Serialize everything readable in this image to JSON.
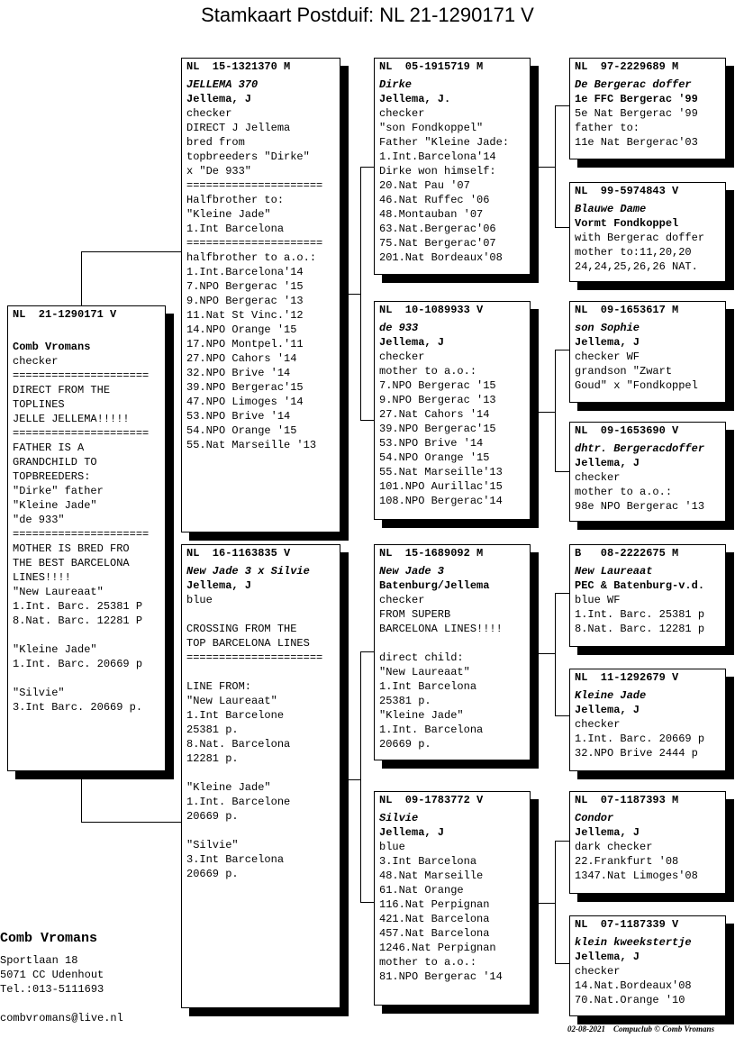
{
  "title": "Stamkaart Postduif: NL  21-1290171 V",
  "pedigree": {
    "subject": {
      "ring": "NL  21-1290171 V",
      "name": "",
      "breeder": "Comb Vromans",
      "lines": [
        "checker",
        "=====================",
        "DIRECT FROM THE",
        "TOPLINES",
        "JELLE JELLEMA!!!!!",
        "=====================",
        "FATHER IS A",
        "GRANDCHILD TO",
        "TOPBREEDERS:",
        "\"Dirke\" father",
        "\"Kleine Jade\"",
        "\"de 933\"",
        "=====================",
        "MOTHER IS BRED FRO",
        "THE BEST BARCELONA",
        "LINES!!!!",
        "\"New Laureaat\"",
        "1.Int. Barc. 25381 P",
        "8.Nat. Barc. 12281 P",
        "",
        "\"Kleine Jade\"",
        "1.Int. Barc. 20669 p",
        "",
        "\"Silvie\"",
        "3.Int Barc. 20669 p."
      ]
    },
    "sire": {
      "ring": "NL  15-1321370 M",
      "name": "JELLEMA 370",
      "breeder": "Jellema, J",
      "lines": [
        "checker",
        "DIRECT J Jellema",
        "bred from",
        "topbreeders \"Dirke\"",
        "x \"De 933\"",
        "=====================",
        "Halfbrother to:",
        "\"Kleine Jade\"",
        "1.Int Barcelona",
        "=====================",
        "halfbrother to a.o.:",
        "1.Int.Barcelona'14",
        "7.NPO Bergerac '15",
        "9.NPO Bergerac '13",
        "11.Nat St Vinc.'12",
        "14.NPO Orange '15",
        "17.NPO Montpel.'11",
        "27.NPO Cahors '14",
        "32.NPO Brive '14",
        "39.NPO Bergerac'15",
        "47.NPO Limoges '14",
        "53.NPO Brive '14",
        "54.NPO Orange '15",
        "55.Nat Marseille '13"
      ]
    },
    "dam": {
      "ring": "NL  16-1163835 V",
      "name": "New Jade 3 x Silvie",
      "breeder": "Jellema, J",
      "lines": [
        "blue",
        "",
        "CROSSING FROM THE",
        "TOP BARCELONA LINES",
        "=====================",
        "",
        "LINE FROM:",
        "\"New Laureaat\"",
        "1.Int Barcelone",
        "25381 p.",
        "8.Nat. Barcelona",
        "12281 p.",
        "",
        "\"Kleine Jade\"",
        "1.Int. Barcelone",
        "20669 p.",
        "",
        "\"Silvie\"",
        "3.Int Barcelona",
        "20669 p."
      ]
    },
    "sire_sire": {
      "ring": "NL  05-1915719 M",
      "name": "Dirke",
      "breeder": "Jellema, J.",
      "lines": [
        "checker",
        "\"son Fondkoppel\"",
        "Father \"Kleine Jade:",
        "1.Int.Barcelona'14",
        "Dirke won himself:",
        "20.Nat Pau '07",
        "46.Nat Ruffec '06",
        "48.Montauban '07",
        "63.Nat.Bergerac'06",
        "75.Nat Bergerac'07",
        "201.Nat Bordeaux'08"
      ]
    },
    "sire_dam": {
      "ring": "NL  10-1089933 V",
      "name": "de 933",
      "breeder": "Jellema, J",
      "lines": [
        "checker",
        "mother to a.o.:",
        "7.NPO Bergerac '15",
        "9.NPO Bergerac '13",
        "27.Nat Cahors '14",
        "39.NPO Bergerac'15",
        "53.NPO Brive '14",
        "54.NPO Orange '15",
        "55.Nat Marseille'13",
        "101.NPO Aurillac'15",
        "108.NPO Bergerac'14"
      ]
    },
    "dam_sire": {
      "ring": "NL  15-1689092 M",
      "name": "New Jade 3",
      "breeder": "Batenburg/Jellema",
      "lines": [
        "checker",
        "FROM SUPERB",
        "BARCELONA LINES!!!!",
        "",
        "direct child:",
        "\"New Laureaat\"",
        "1.Int Barcelona",
        "25381 p.",
        "\"Kleine Jade\"",
        "1.Int. Barcelona",
        "20669 p."
      ]
    },
    "dam_dam": {
      "ring": "NL  09-1783772 V",
      "name": "Silvie",
      "breeder": "Jellema, J",
      "lines": [
        "blue",
        "3.Int Barcelona",
        "48.Nat Marseille",
        "61.Nat Orange",
        "116.Nat Perpignan",
        "421.Nat Barcelona",
        "457.Nat Barcelona",
        "1246.Nat Perpignan",
        "mother to a.o.:",
        "81.NPO Bergerac '14"
      ]
    },
    "ss_sire": {
      "ring": "NL  97-2229689 M",
      "name": "De Bergerac doffer",
      "breeder": "1e FFC Bergerac '99",
      "lines": [
        "5e Nat Bergerac '99",
        "father to:",
        "11e Nat Bergerac'03"
      ]
    },
    "ss_dam": {
      "ring": "NL  99-5974843 V",
      "name": "Blauwe Dame",
      "breeder": "Vormt Fondkoppel",
      "lines": [
        "with Bergerac doffer",
        "mother to:11,20,20",
        "24,24,25,26,26 NAT."
      ]
    },
    "sd_sire": {
      "ring": "NL  09-1653617 M",
      "name": "son Sophie",
      "breeder": "Jellema, J",
      "lines": [
        "checker WF",
        "grandson \"Zwart",
        "Goud\" x \"Fondkoppel"
      ]
    },
    "sd_dam": {
      "ring": "NL  09-1653690 V",
      "name": "dhtr. Bergeracdoffer",
      "breeder": "Jellema, J",
      "lines": [
        "checker",
        "mother to a.o.:",
        "98e NPO Bergerac '13"
      ]
    },
    "ds_sire": {
      "ring": "B   08-2222675 M",
      "name": "New Laureaat",
      "breeder": "PEC & Batenburg-v.d.",
      "lines": [
        "blue WF",
        "1.Int. Barc. 25381 p",
        "8.Nat. Barc. 12281 p"
      ]
    },
    "ds_dam": {
      "ring": "NL  11-1292679 V",
      "name": "Kleine Jade",
      "breeder": "Jellema, J",
      "lines": [
        "checker",
        "1.Int. Barc. 20669 p",
        "32.NPO Brive 2444 p"
      ]
    },
    "dd_sire": {
      "ring": "NL  07-1187393 M",
      "name": "Condor",
      "breeder": "Jellema, J",
      "lines": [
        "dark checker",
        "22.Frankfurt '08",
        "1347.Nat Limoges'08"
      ]
    },
    "dd_dam": {
      "ring": "NL  07-1187339 V",
      "name": "klein kweekstertje",
      "breeder": "Jellema, J",
      "lines": [
        "checker",
        "14.Nat.Bordeaux'08",
        "70.Nat.Orange '10"
      ]
    }
  },
  "owner": {
    "name": "Comb Vromans",
    "street": "Sportlaan 18",
    "city": "5071 CC  Udenhout",
    "phone": "Tel.:013-5111693",
    "email": "combvromans@live.nl"
  },
  "footer": {
    "date": "02-08-2021",
    "credit": "Compuclub © Comb Vromans"
  }
}
